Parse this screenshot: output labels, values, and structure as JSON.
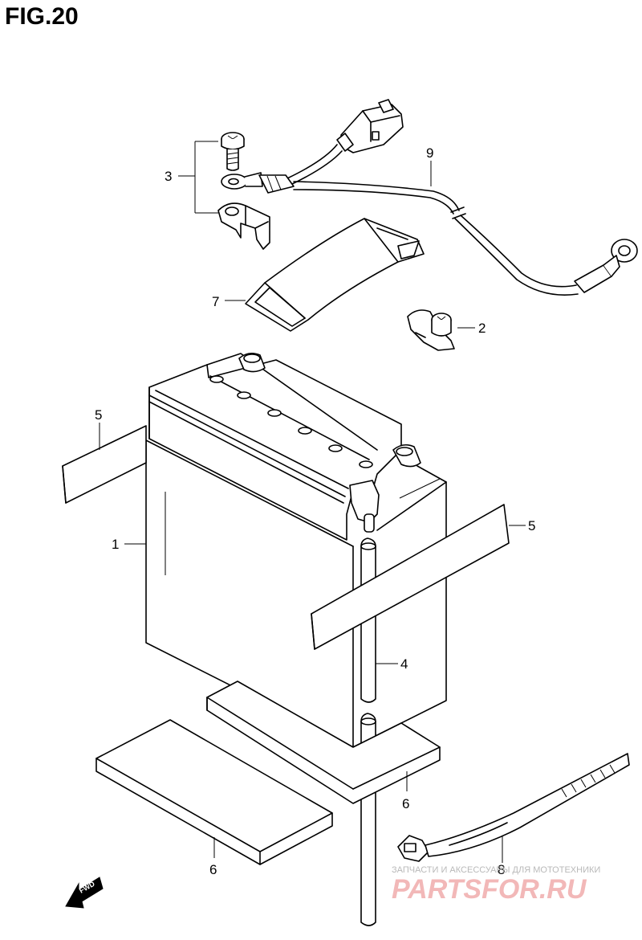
{
  "figure": {
    "title": "FIG.20"
  },
  "callouts": [
    {
      "id": "c1",
      "label": "1"
    },
    {
      "id": "c2",
      "label": "2"
    },
    {
      "id": "c3",
      "label": "3"
    },
    {
      "id": "c4",
      "label": "4"
    },
    {
      "id": "c5a",
      "label": "5"
    },
    {
      "id": "c5b",
      "label": "5"
    },
    {
      "id": "c6a",
      "label": "6"
    },
    {
      "id": "c6b",
      "label": "6"
    },
    {
      "id": "c7",
      "label": "7"
    },
    {
      "id": "c8",
      "label": "8"
    },
    {
      "id": "c9",
      "label": "9"
    }
  ],
  "direction_marker": {
    "label": "FWD"
  },
  "watermark": {
    "tagline": "ЗАПЧАСТИ И АКСЕССУАРЫ ДЛЯ МОТОТЕХНИКИ",
    "logo": "PARTSFOR.RU"
  }
}
